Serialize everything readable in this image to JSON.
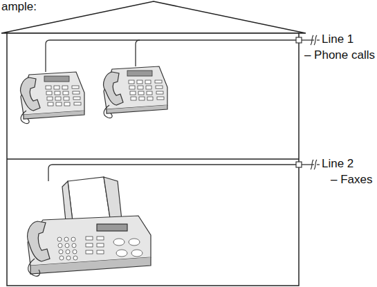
{
  "diagram": {
    "labels": [
      "ample:",
      "Line 1",
      "– Phone calls",
      "Line 2",
      "– Faxes"
    ]
  }
}
